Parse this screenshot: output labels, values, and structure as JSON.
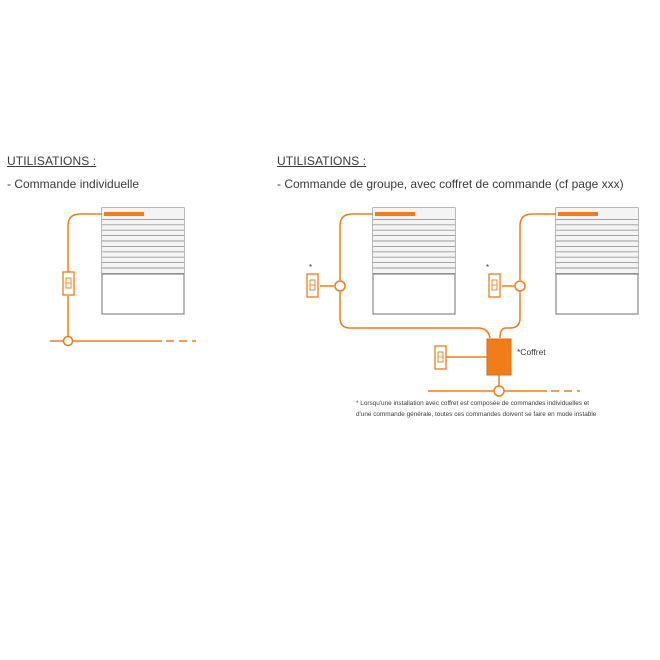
{
  "left": {
    "heading": "UTILISATIONS :",
    "caption": "- Commande individuelle"
  },
  "right": {
    "heading": "UTILISATIONS :",
    "caption": "- Commande de groupe, avec coffret de commande (cf page xxx)"
  },
  "markers": {
    "asterisk": "*",
    "coffret_label": "*Coffret"
  },
  "footnote": {
    "line1": "* Lorsqu'une installation avec coffret est composée de commandes individuelles et",
    "line2": "d'une commande générale, toutes ces commandes doivent se faire en mode instable"
  },
  "colors": {
    "accent": "#f07d1a",
    "shutter_frame": "#8a8a8a",
    "slat": "#9a9a9a",
    "slat_fill": "#f4f4f4",
    "text": "#3a3a3a"
  }
}
